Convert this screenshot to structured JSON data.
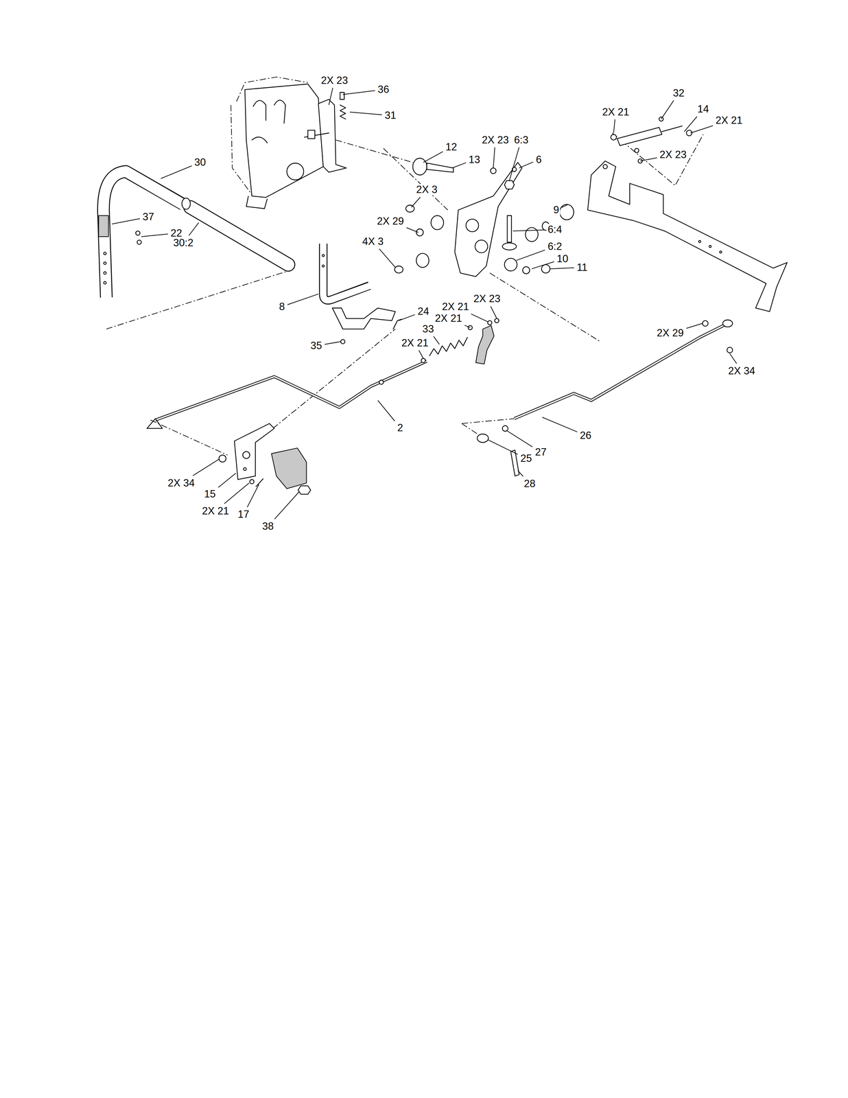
{
  "diagram": {
    "labels": [
      "2X 23",
      "36",
      "31",
      "32",
      "14",
      "2X 21",
      "2X 21",
      "2X 23",
      "30",
      "12",
      "13",
      "2X 23",
      "6:3",
      "6",
      "2X 3",
      "9",
      "37",
      "22",
      "2X 29",
      "30:2",
      "6:4",
      "6:2",
      "4X 3",
      "10",
      "11",
      "8",
      "24",
      "2X 21",
      "2X 23",
      "2X 21",
      "33",
      "35",
      "2X 21",
      "2X 29",
      "2X 34",
      "2",
      "26",
      "25",
      "27",
      "28",
      "2X 34",
      "15",
      "2X 21",
      "17",
      "38"
    ]
  }
}
